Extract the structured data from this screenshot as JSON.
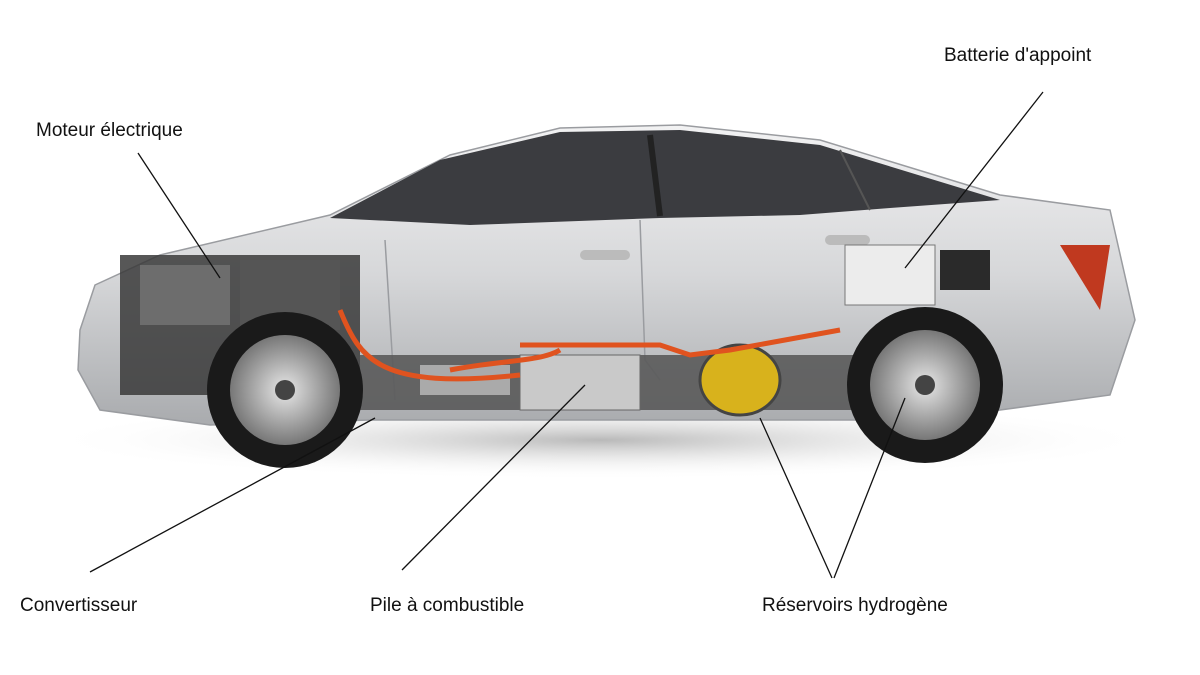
{
  "labels": {
    "motor": "Moteur électrique",
    "battery": "Batterie d'appoint",
    "converter": "Convertisseur",
    "fuel_cell": "Pile à combustible",
    "tanks": "Réservoirs hydrogène"
  },
  "colors": {
    "body": "#d9dadc",
    "glass": "#3b3c40",
    "wiring": "#e0531f",
    "tank": "#d8b21c",
    "tire": "#1a1a1a"
  }
}
